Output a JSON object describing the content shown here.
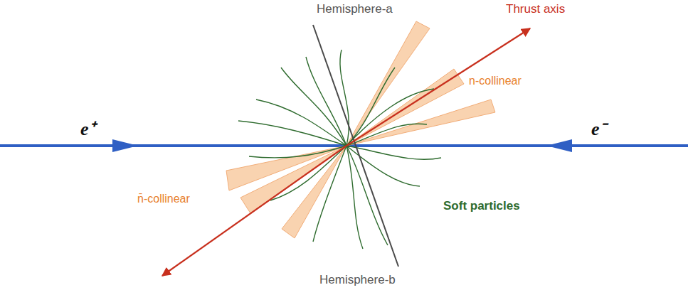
{
  "diagram": {
    "labels": [
      "Hemisphere-a",
      "Thrust axis",
      "e⁺",
      "e⁻",
      "n-collinear",
      "n̄-collinear",
      "Soft particles",
      "Hemisphere-b"
    ]
  }
}
